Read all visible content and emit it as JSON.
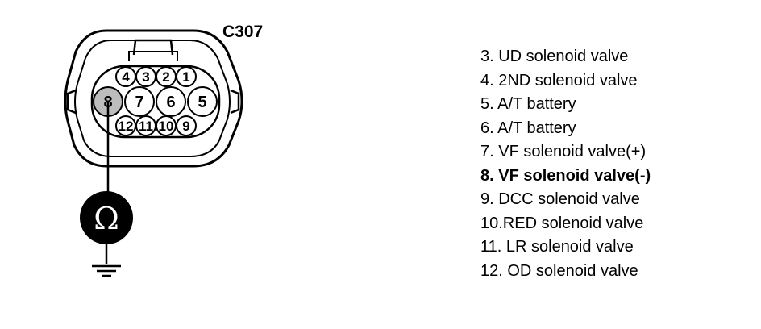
{
  "connector": {
    "label": "C307",
    "pins": {
      "p1": "1",
      "p2": "2",
      "p3": "3",
      "p4": "4",
      "p5": "5",
      "p6": "6",
      "p7": "7",
      "p8": "8",
      "p9": "9",
      "p10": "10",
      "p11": "11",
      "p12": "12"
    }
  },
  "meter": {
    "symbol": "Ω"
  },
  "legend": {
    "items": [
      {
        "text": "3. UD solenoid valve",
        "highlighted": false
      },
      {
        "text": "4. 2ND solenoid valve",
        "highlighted": false
      },
      {
        "text": "5. A/T battery",
        "highlighted": false
      },
      {
        "text": "6. A/T battery",
        "highlighted": false
      },
      {
        "text": "7. VF solenoid valve(+)",
        "highlighted": false
      },
      {
        "text": "8. VF solenoid valve(-)",
        "highlighted": true
      },
      {
        "text": "9. DCC solenoid valve",
        "highlighted": false
      },
      {
        "text": "10.RED solenoid valve",
        "highlighted": false
      },
      {
        "text": "11. LR solenoid valve",
        "highlighted": false
      },
      {
        "text": "12. OD solenoid valve",
        "highlighted": false
      }
    ]
  }
}
